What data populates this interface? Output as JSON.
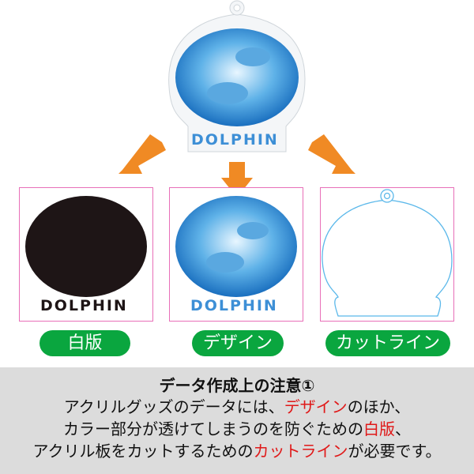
{
  "product": {
    "logo_text": "DOLPHIN"
  },
  "panels": [
    {
      "label": "白版",
      "logo_text": "DOLPHIN"
    },
    {
      "label": "デザイン",
      "logo_text": "DOLPHIN"
    },
    {
      "label": "カットライン"
    }
  ],
  "note": {
    "title": "データ作成上の注意①",
    "line1": [
      "アクリルグッズのデータには、",
      "デザイン",
      "のほか、"
    ],
    "line2": [
      "カラー部分が透けてしまうのを防ぐための",
      "白版",
      "、"
    ],
    "line3": [
      "アクリル板をカットするための",
      "カットライン",
      "が必要です。"
    ]
  },
  "colors": {
    "arrow": "#f08a24",
    "pill": "#0aa63f",
    "highlight": "#e01818",
    "frame": "#e86fb8",
    "cutline": "#5bb8ea"
  }
}
